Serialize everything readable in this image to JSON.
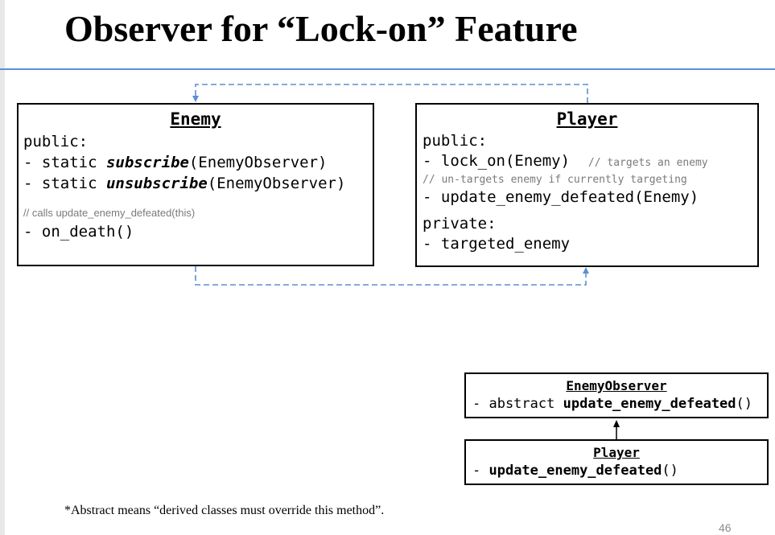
{
  "title": "Observer for “Lock-on” Feature",
  "enemy": {
    "name": "Enemy",
    "public_label": "public:",
    "subscribe": {
      "prefix": "- static ",
      "name": "subscribe",
      "args": "(EnemyObserver)"
    },
    "unsubscribe": {
      "prefix": "- static ",
      "name": "unsubscribe",
      "args": "(EnemyObserver)"
    },
    "comment": "// calls update_enemy_defeated(this)",
    "on_death": "- on_death()"
  },
  "player": {
    "name": "Player",
    "public_label": "public:",
    "lock_on": "- lock_on(Enemy)",
    "lock_on_comment": "// targets an enemy",
    "untarget_comment": "// un-targets enemy if currently targeting",
    "update_method": "- update_enemy_defeated(Enemy)",
    "private_label": "private:",
    "targeted_enemy": "- targeted_enemy"
  },
  "enemy_observer": {
    "name": "EnemyObserver",
    "method_prefix": "- abstract ",
    "method_name": "update_enemy_defeated",
    "method_args": "()"
  },
  "player_subclass": {
    "name": "Player",
    "method_prefix": "- ",
    "method_name": "update_enemy_defeated",
    "method_args": "()"
  },
  "footnote": "*Abstract means “derived classes must override this method”.",
  "page_number": "46",
  "colors": {
    "accent": "#5b8fd2",
    "comment": "#7a7a7a",
    "border": "#000000"
  }
}
